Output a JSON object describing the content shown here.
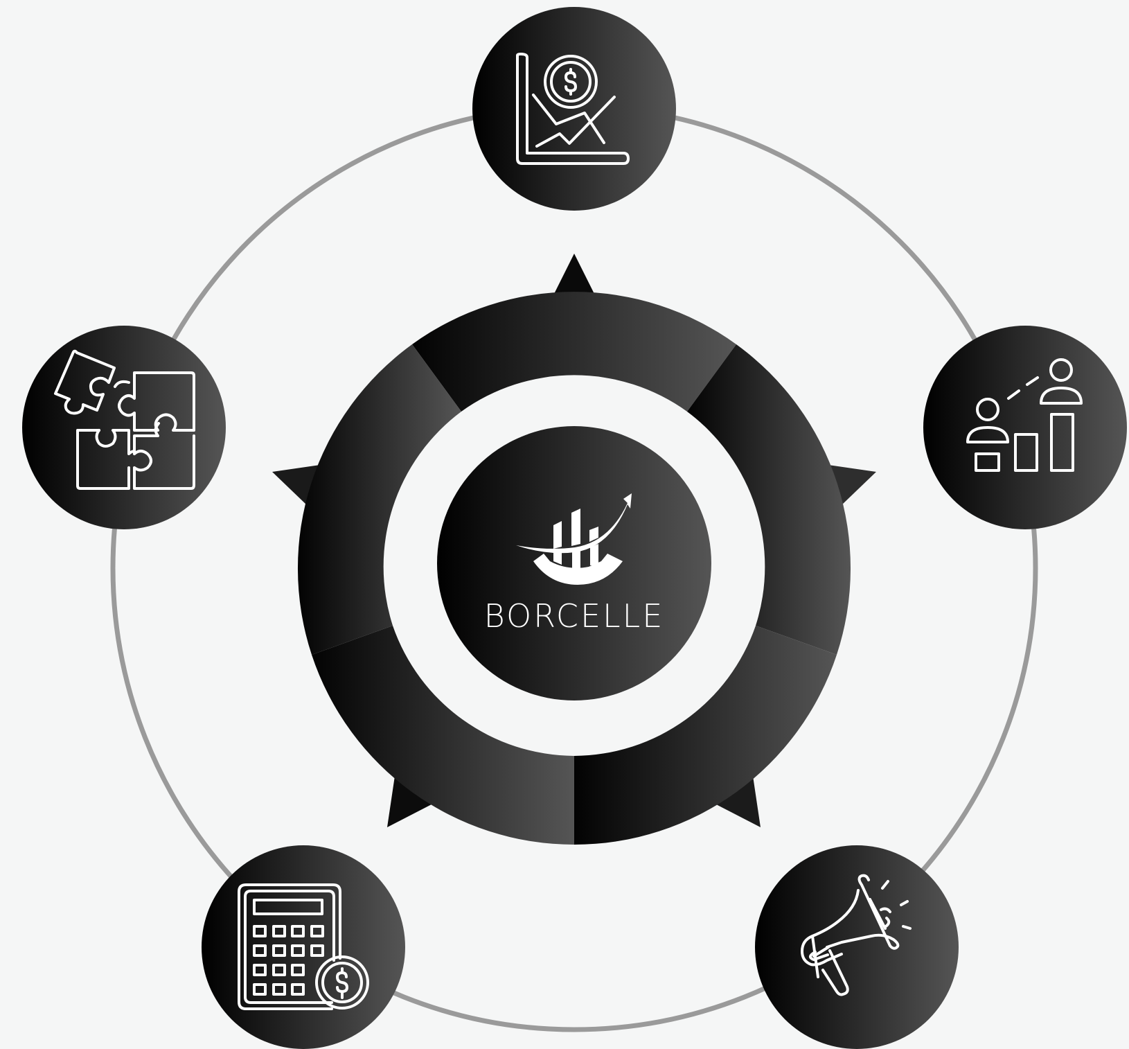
{
  "brand": {
    "name": "BORCELLE",
    "logo_icon": "bar-chart-growth-arrow-logo"
  },
  "colors": {
    "background": "#f5f6f6",
    "ring_line": "#9a9a9a",
    "node_dark": "#050505",
    "node_light": "#555555",
    "icon_stroke": "#ffffff"
  },
  "nodes": [
    {
      "id": "top",
      "icon": "financial-decline-chart-icon"
    },
    {
      "id": "right",
      "icon": "career-growth-steps-icon"
    },
    {
      "id": "bottom-right",
      "icon": "megaphone-icon"
    },
    {
      "id": "bottom-left",
      "icon": "calculator-dollar-icon"
    },
    {
      "id": "left",
      "icon": "puzzle-pieces-icon"
    }
  ]
}
